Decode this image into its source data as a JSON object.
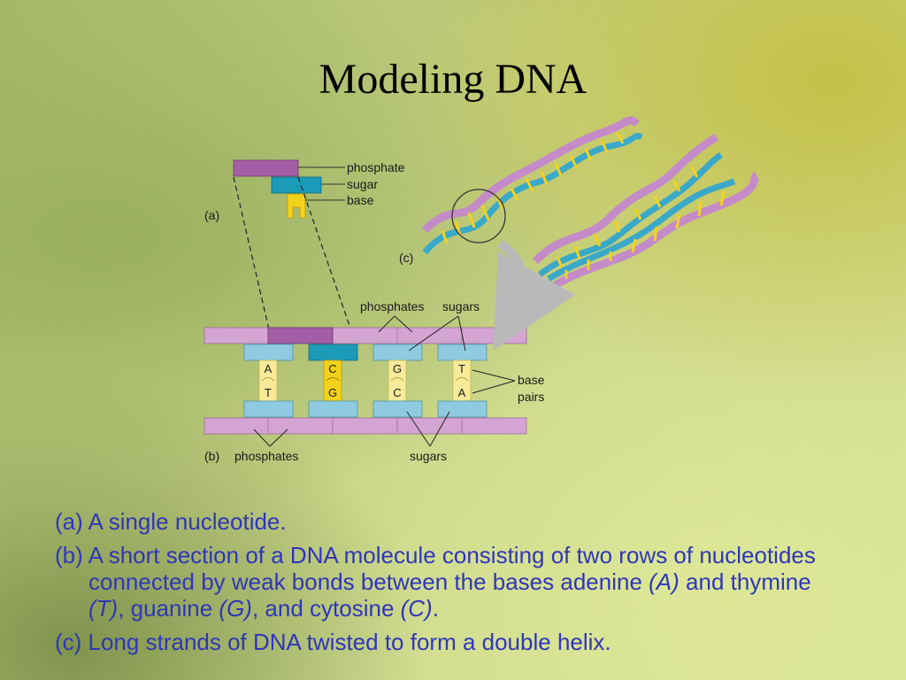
{
  "title": "Modeling DNA",
  "diagram": {
    "a": {
      "label": "(a)",
      "phosphate": "phosphate",
      "sugar": "sugar",
      "base": "base"
    },
    "b": {
      "label": "(b)",
      "phosphates_top": "phosphates",
      "sugars_top": "sugars",
      "phosphates_bottom": "phosphates",
      "sugars_bottom": "sugars",
      "base_pairs_1": "base",
      "base_pairs_2": "pairs",
      "pairs": [
        {
          "top": "A",
          "bottom": "T"
        },
        {
          "top": "C",
          "bottom": "G"
        },
        {
          "top": "G",
          "bottom": "C"
        },
        {
          "top": "T",
          "bottom": "A"
        }
      ]
    },
    "c": {
      "label": "(c)"
    }
  },
  "captions": {
    "a": "(a) A single nucleotide.",
    "b": {
      "prefix": "(b) A short section of a DNA molecule consisting of two rows of nucleotides connected by weak bonds between the bases adenine ",
      "A": "(A)",
      "and1": " and thymine ",
      "T": "(T)",
      "and2": ", guanine ",
      "G": "(G)",
      "and3": ", and cytosine ",
      "C": "(C)",
      "end": "."
    },
    "c": "(c) Long strands of DNA twisted to form a double helix."
  },
  "colors": {
    "phosphate": "#a35ea6",
    "phosphate_light": "#d4a5d2",
    "sugar": "#1b9bb8",
    "sugar_light": "#8fcbe0",
    "base": "#f4d21c",
    "base_light": "#f7eb9a",
    "caption": "#2f36b8"
  }
}
